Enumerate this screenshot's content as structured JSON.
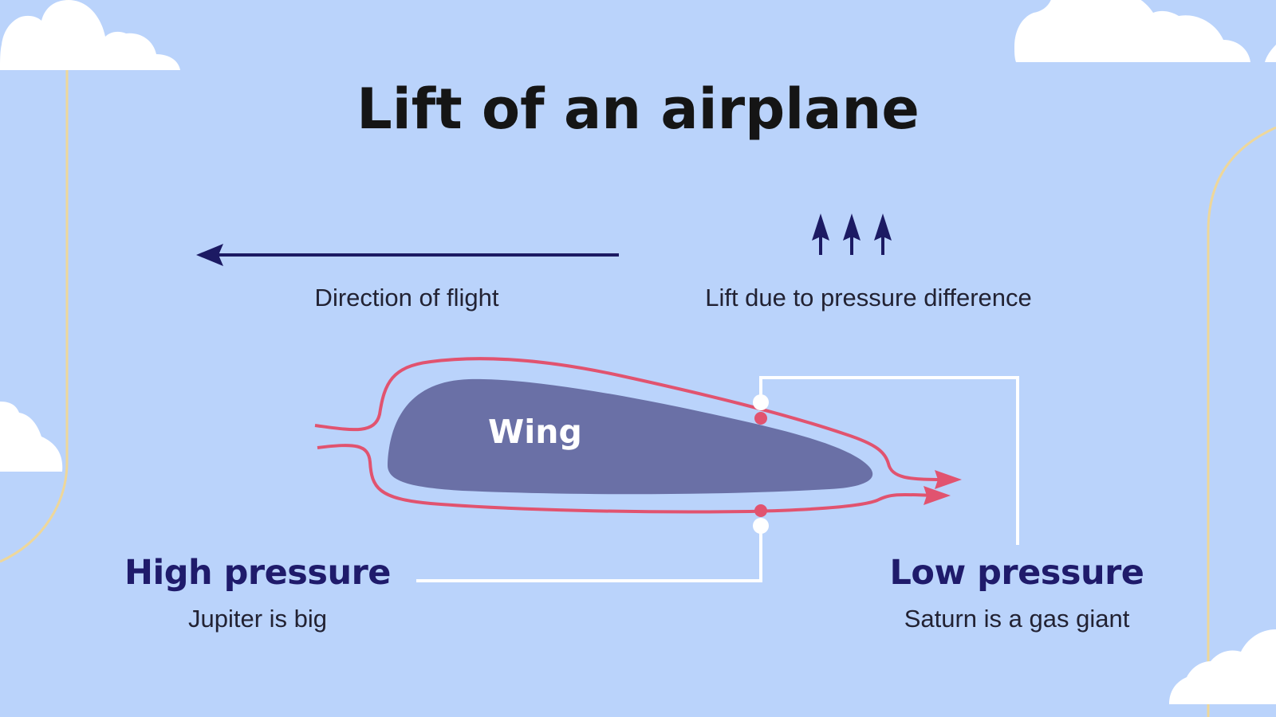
{
  "title": "Lift of an airplane",
  "labels": {
    "direction": "Direction of flight",
    "lift": "Lift due to pressure difference",
    "wing": "Wing"
  },
  "high_pressure": {
    "heading": "High pressure",
    "text": "Jupiter is big"
  },
  "low_pressure": {
    "heading": "Low pressure",
    "text": "Saturn is a gas giant"
  },
  "colors": {
    "background": "#bad3fb",
    "cloud": "#ffffff",
    "accent_line": "#eed79a",
    "arrow": "#1c1a63",
    "wing_fill": "#6a70a6",
    "airflow": "#e1536f",
    "connector": "#ffffff",
    "heading": "#1f1b6b"
  }
}
